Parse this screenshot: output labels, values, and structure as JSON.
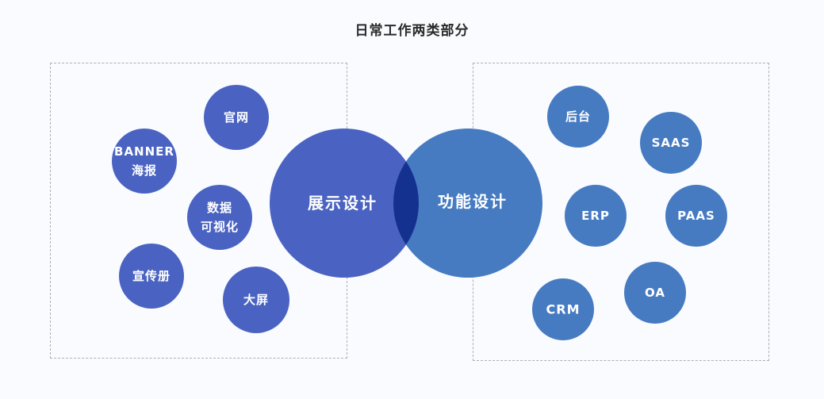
{
  "title": "日常工作两类部分",
  "colors": {
    "display": "#4a63c2",
    "function": "#467bc2",
    "overlap": "#15318f",
    "border": "#b0b0b0",
    "background": "#f9fbfe"
  },
  "main_circles": {
    "display": {
      "label": "展示设计"
    },
    "function": {
      "label": "功能设计"
    }
  },
  "display_items": [
    {
      "lines": [
        "官网"
      ]
    },
    {
      "lines": [
        "BANNER",
        "海报"
      ]
    },
    {
      "lines": [
        "数据",
        "可视化"
      ]
    },
    {
      "lines": [
        "宣传册"
      ]
    },
    {
      "lines": [
        "大屏"
      ]
    }
  ],
  "function_items": [
    {
      "lines": [
        "后台"
      ]
    },
    {
      "lines": [
        "SAAS"
      ]
    },
    {
      "lines": [
        "ERP"
      ]
    },
    {
      "lines": [
        "PAAS"
      ]
    },
    {
      "lines": [
        "OA"
      ]
    },
    {
      "lines": [
        "CRM"
      ]
    }
  ]
}
